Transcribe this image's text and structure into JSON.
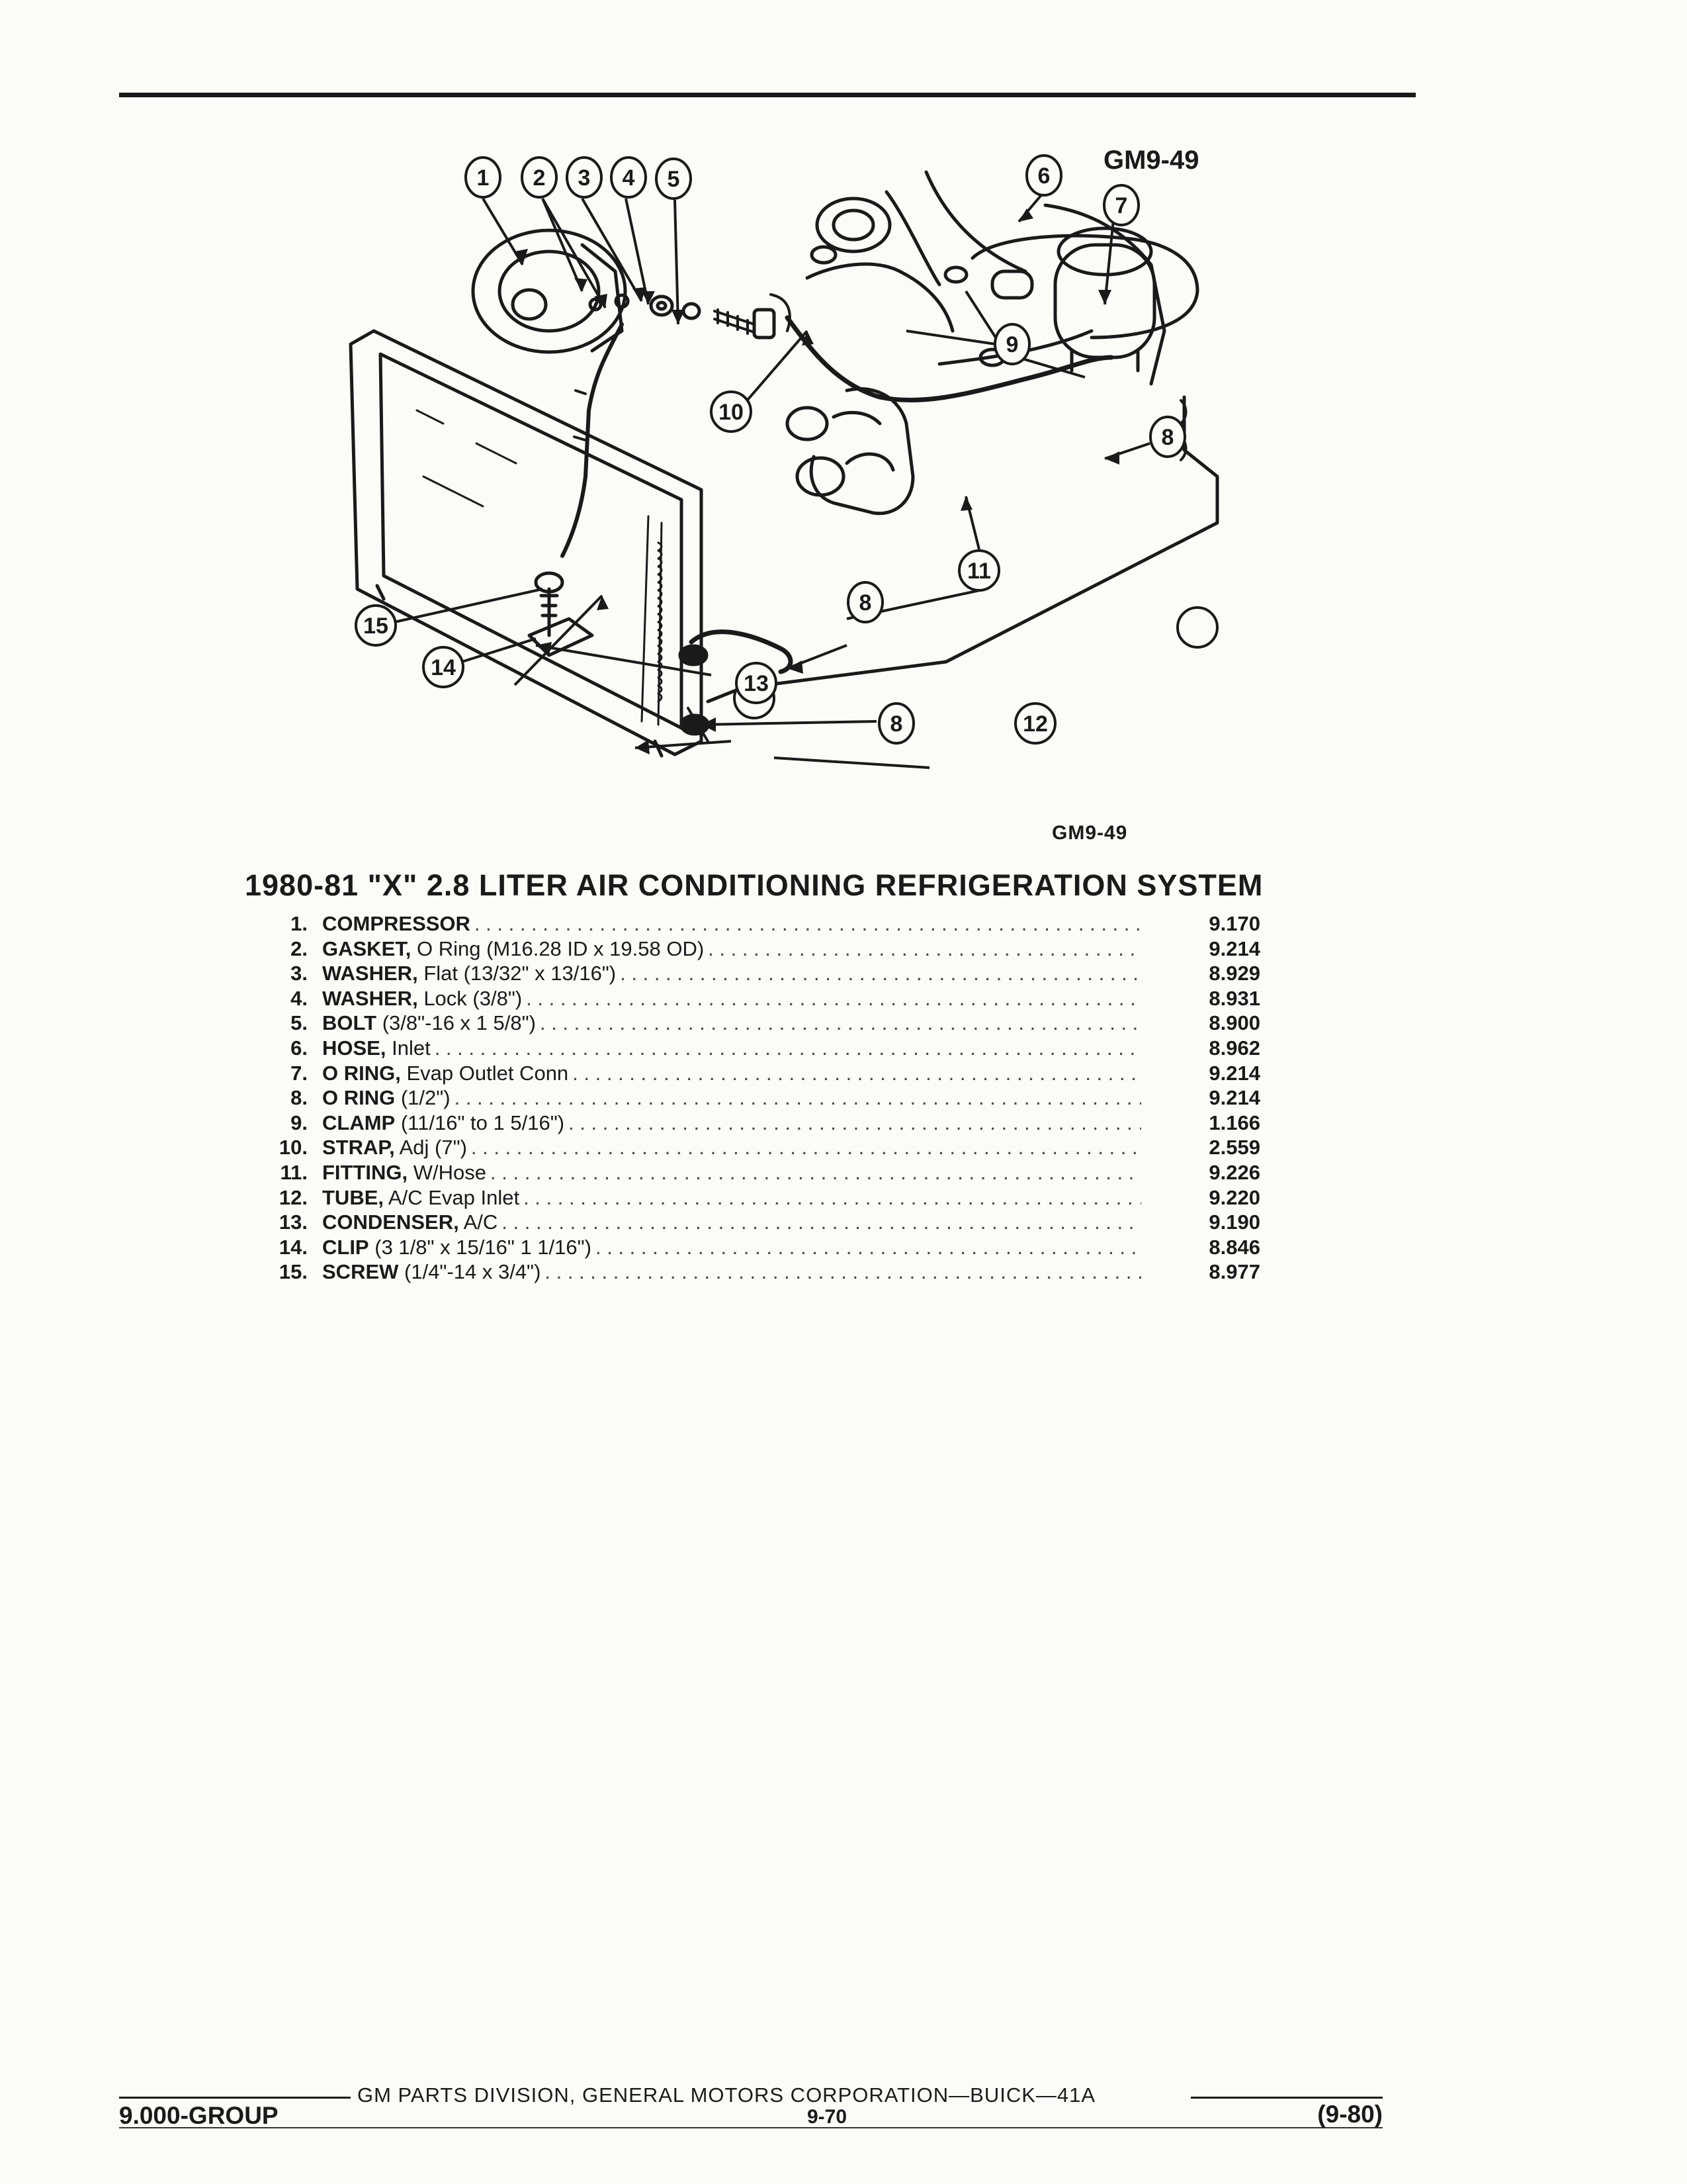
{
  "figure": {
    "code_top": "GM9-49",
    "code_bottom": "GM9-49",
    "callouts": [
      "1",
      "2",
      "3",
      "4",
      "5",
      "6",
      "7",
      "8",
      "9",
      "10",
      "11",
      "12",
      "13",
      "14",
      "15"
    ]
  },
  "title": "1980-81 \"X\" 2.8 LITER AIR CONDITIONING REFRIGERATION SYSTEM",
  "parts": [
    {
      "num": "1.",
      "name": "COMPRESSOR",
      "detail": "",
      "ref": "9.170"
    },
    {
      "num": "2.",
      "name": "GASKET,",
      "detail": "O Ring (M16.28 ID x 19.58 OD)",
      "ref": "9.214"
    },
    {
      "num": "3.",
      "name": "WASHER,",
      "detail": "Flat (13/32\" x 13/16\")",
      "ref": "8.929"
    },
    {
      "num": "4.",
      "name": "WASHER,",
      "detail": "Lock (3/8\")",
      "ref": "8.931"
    },
    {
      "num": "5.",
      "name": "BOLT",
      "detail": "(3/8\"-16 x 1 5/8\")",
      "ref": "8.900"
    },
    {
      "num": "6.",
      "name": "HOSE,",
      "detail": "Inlet",
      "ref": "8.962"
    },
    {
      "num": "7.",
      "name": "O RING,",
      "detail": "Evap Outlet Conn",
      "ref": "9.214"
    },
    {
      "num": "8.",
      "name": "O RING",
      "detail": "(1/2\")",
      "ref": "9.214"
    },
    {
      "num": "9.",
      "name": "CLAMP",
      "detail": "(11/16\" to 1 5/16\")",
      "ref": "1.166"
    },
    {
      "num": "10.",
      "name": "STRAP,",
      "detail": "Adj (7\")",
      "ref": "2.559"
    },
    {
      "num": "11.",
      "name": "FITTING,",
      "detail": "W/Hose",
      "ref": "9.226"
    },
    {
      "num": "12.",
      "name": "TUBE,",
      "detail": "A/C Evap Inlet",
      "ref": "9.220"
    },
    {
      "num": "13.",
      "name": "CONDENSER,",
      "detail": "A/C",
      "ref": "9.190"
    },
    {
      "num": "14.",
      "name": "CLIP",
      "detail": "(3 1/8\" x 15/16\" 1 1/16\")",
      "ref": "8.846"
    },
    {
      "num": "15.",
      "name": "SCREW",
      "detail": "(1/4\"-14 x 3/4\")",
      "ref": "8.977"
    }
  ],
  "footer": {
    "division": "GM PARTS DIVISION, GENERAL MOTORS CORPORATION—BUICK—41A",
    "group": "9.000-GROUP",
    "page": "9-70",
    "date_code": "(9-80)"
  }
}
